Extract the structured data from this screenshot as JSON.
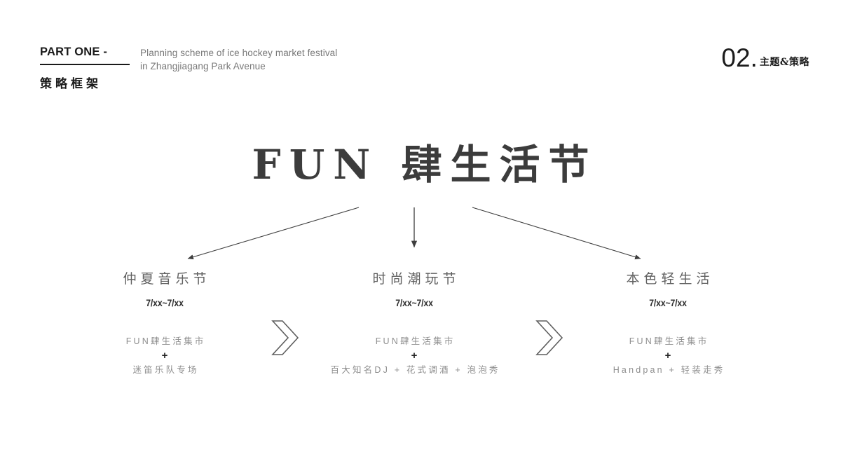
{
  "header": {
    "part_label": "PART ONE -",
    "part_cn": "策略框架",
    "subtitle": "Planning scheme of ice hockey market festival\nin Zhangjiagang Park Avenue",
    "section_number": "02.",
    "section_cn": "主题&策略"
  },
  "title": {
    "text": "FUN 肆生活节"
  },
  "columns": [
    {
      "title": "仲夏音乐节",
      "date": "7/xx~7/xx",
      "item_1": "FUN肆生活集市",
      "plus": "+",
      "item_2": "迷笛乐队专场"
    },
    {
      "title": "时尚潮玩节",
      "date": "7/xx~7/xx",
      "item_1": "FUN肆生活集市",
      "plus": "+",
      "item_2": "百大知名DJ + 花式调酒 + 泡泡秀"
    },
    {
      "title": "本色轻生活",
      "date": "7/xx~7/xx",
      "item_1": "FUN肆生活集市",
      "plus": "+",
      "item_2": "Handpan + 轻装走秀"
    }
  ],
  "connectors": {
    "left_arrow": "arrow-down-left",
    "center_arrow": "arrow-down",
    "right_arrow": "arrow-down-right",
    "chevron_1": "double-chevron-right",
    "chevron_2": "double-chevron-right"
  },
  "colors": {
    "background": "#ffffff",
    "ink": "#1a1a1a",
    "title": "#3c3c3c",
    "heading": "#616161",
    "muted": "#8e8e8e",
    "subtitle": "#787878",
    "line": "#4a4a4a"
  }
}
